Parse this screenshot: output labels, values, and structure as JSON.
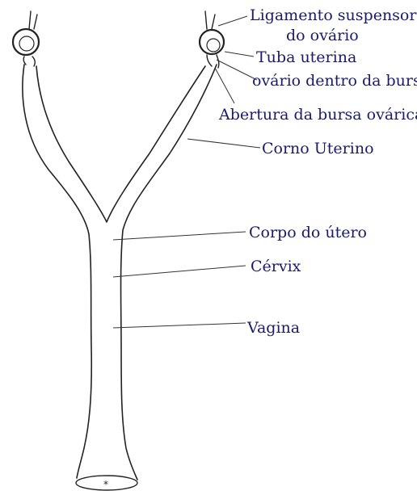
{
  "labels": {
    "ligamento_line1": "Ligamento suspensor",
    "ligamento_line2": "do ovário",
    "tuba_uterina": "Tuba uterina",
    "ovario_bursa": "ovário dentro da bursa",
    "abertura_bursa": "Abertura da bursa ovárica",
    "corno_uterino": "Corno Uterino",
    "corpo_utero": "Corpo do útero",
    "cervix": "Cérvix",
    "vagina": "Vagina"
  },
  "colors": {
    "label_text": "#1a1a6e",
    "line": "#222222",
    "background": "#ffffff"
  }
}
